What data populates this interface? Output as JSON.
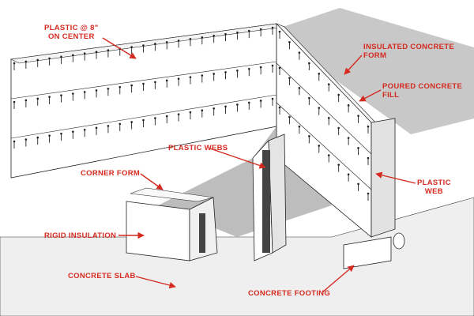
{
  "colors": {
    "label": "#d42a20",
    "ground": "#c8c8c8",
    "ground_light": "#e6e6e6",
    "wall_face": "#ffffff",
    "wall_shadow": "#b4b4b4",
    "line": "#222222"
  },
  "labels": {
    "plastic_spacing_1": "PLASTIC @ 8\"",
    "plastic_spacing_2": "ON CENTER",
    "icf_1": "INSULATED CONCRETE",
    "icf_2": "FORM",
    "poured_1": "POURED CONCRETE",
    "poured_2": "FILL",
    "plastic_webs": "PLASTIC WEBS",
    "plastic_web_1": "PLASTIC",
    "plastic_web_2": "WEB",
    "corner_form": "CORNER FORM",
    "rigid_insulation": "RIGID INSULATION",
    "concrete_slab": "CONCRETE SLAB",
    "concrete_footing": "CONCRETE FOOTING"
  }
}
